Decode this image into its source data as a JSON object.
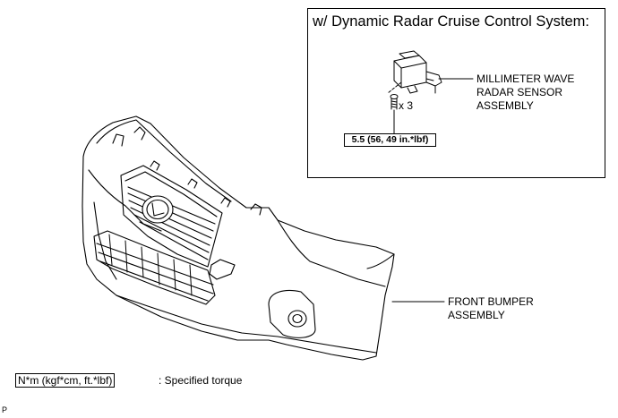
{
  "inset": {
    "title": "w/ Dynamic Radar Cruise Control System:",
    "sensor_label_lines": [
      "MILLIMETER WAVE",
      "RADAR SENSOR",
      "ASSEMBLY"
    ],
    "bolt_qty": "x 3",
    "torque": "5.5 (56, 49 in.*lbf)"
  },
  "main": {
    "bumper_label_lines": [
      "FRONT BUMPER",
      "ASSEMBLY"
    ]
  },
  "legend": {
    "symbol": "N*m (kgf*cm, ft.*lbf)",
    "description": ": Specified torque"
  },
  "corner_id": "P"
}
